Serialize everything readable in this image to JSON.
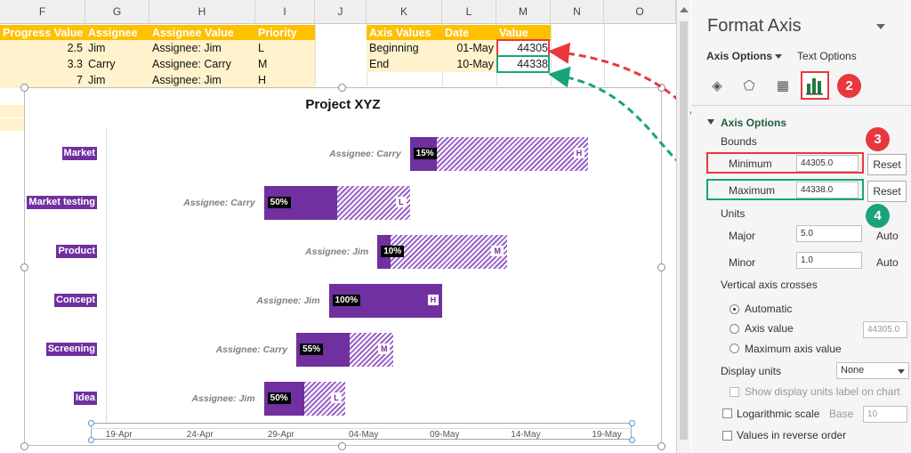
{
  "sheet": {
    "columns": [
      "F",
      "G",
      "H",
      "I",
      "J",
      "K",
      "L",
      "M",
      "N",
      "O"
    ],
    "task_table": {
      "headers": [
        "Progress Value",
        "Assignee",
        "Assignee Value",
        "Priority"
      ],
      "rows": [
        [
          "2.5",
          "Jim",
          "Assignee: Jim",
          "L"
        ],
        [
          "3.3",
          "Carry",
          "Assignee: Carry",
          "M"
        ],
        [
          "7",
          "Jim",
          "Assignee: Jim",
          "H"
        ]
      ]
    },
    "axis_table": {
      "headers": [
        "Axis Values",
        "Date",
        "Value"
      ],
      "rows": [
        [
          "Beginning",
          "01-May",
          "44305"
        ],
        [
          "End",
          "10-May",
          "44338"
        ]
      ]
    }
  },
  "chart_data": {
    "type": "bar",
    "title": "Project XYZ",
    "categories": [
      "Market",
      "Market testing",
      "Product",
      "Concept",
      "Screening",
      "Idea"
    ],
    "x_ticks": [
      "19-Apr",
      "24-Apr",
      "29-Apr",
      "04-May",
      "09-May",
      "14-May",
      "19-May"
    ],
    "xlim": [
      "16-Apr",
      "22-May"
    ],
    "series": [
      {
        "values_start": [
          "07-May",
          "28-Apr",
          "05-May",
          "02-May",
          "30-Apr",
          "28-Apr"
        ],
        "values_end": [
          "18-May",
          "07-May",
          "13-May",
          "09-May",
          "06-May",
          "03-May"
        ]
      }
    ],
    "progress_labels": [
      "15%",
      "50%",
      "10%",
      "100%",
      "55%",
      "50%"
    ],
    "progress": [
      0.15,
      0.5,
      0.1,
      1.0,
      0.55,
      0.5
    ],
    "assignee_labels": [
      "Assignee: Carry",
      "Assignee: Carry",
      "Assignee: Jim",
      "Assignee: Jim",
      "Assignee: Carry",
      "Assignee: Jim"
    ],
    "priority_labels": [
      "H",
      "L",
      "M",
      "H",
      "M",
      "L"
    ],
    "colors": {
      "bar": "#7030a0",
      "hatch": "#9b63c8"
    }
  },
  "pane": {
    "title": "Format Axis",
    "tab_axis_options": "Axis Options",
    "tab_text_options": "Text Options",
    "section_title": "Axis Options",
    "bounds_label": "Bounds",
    "minimum_label": "Minimum",
    "minimum_value": "44305.0",
    "maximum_label": "Maximum",
    "maximum_value": "44338.0",
    "reset_label": "Reset",
    "units_label": "Units",
    "major_label": "Major",
    "major_value": "5.0",
    "minor_label": "Minor",
    "minor_value": "1.0",
    "auto_label": "Auto",
    "vac_label": "Vertical axis crosses",
    "automatic_label": "Automatic",
    "axis_value_label": "Axis value",
    "axis_value_value": "44305.0",
    "max_axis_value_label": "Maximum axis value",
    "display_units_label": "Display units",
    "display_units_value": "None",
    "show_units_label": "Show display units label on chart",
    "log_scale_label": "Logarithmic scale",
    "base_label": "Base",
    "base_value": "10",
    "reverse_label": "Values in reverse order"
  },
  "callouts": [
    "2",
    "3",
    "4"
  ]
}
